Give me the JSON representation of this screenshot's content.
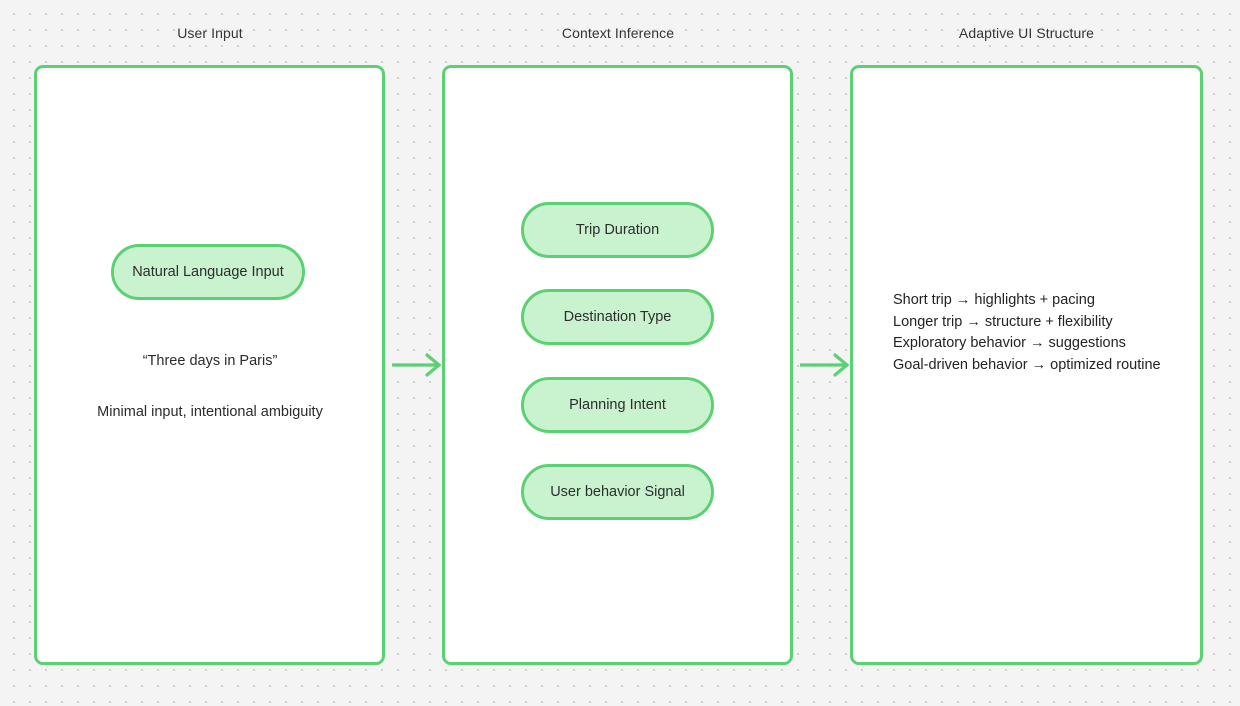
{
  "columns": [
    {
      "title": "User Input"
    },
    {
      "title": "Context Inference"
    },
    {
      "title": "Adaptive UI Structure"
    }
  ],
  "panel_user_input": {
    "pill_label": "Natural Language Input",
    "quote": "“Three days in Paris”",
    "note": "Minimal input, intentional ambiguity"
  },
  "panel_context_inference": {
    "signals": [
      {
        "label": "Trip Duration"
      },
      {
        "label": "Destination Type"
      },
      {
        "label": "Planning Intent"
      },
      {
        "label": "User behavior Signal"
      }
    ]
  },
  "panel_adaptive_ui": {
    "mappings": [
      "Short trip → highlights + pacing",
      "Longer trip → structure + flexibility",
      "Exploratory behavior → suggestions",
      "Goal-driven behavior → optimized routine"
    ]
  },
  "connectors": [
    {
      "name": "arrow-user-input-to-context"
    },
    {
      "name": "arrow-context-to-adaptive-ui"
    }
  ],
  "colors": {
    "accent_green": "#5cd173",
    "pill_fill": "#c9f2ce",
    "canvas_background": "#f4f4f4",
    "panel_background": "#ffffff",
    "text": "#2b2b2b"
  }
}
